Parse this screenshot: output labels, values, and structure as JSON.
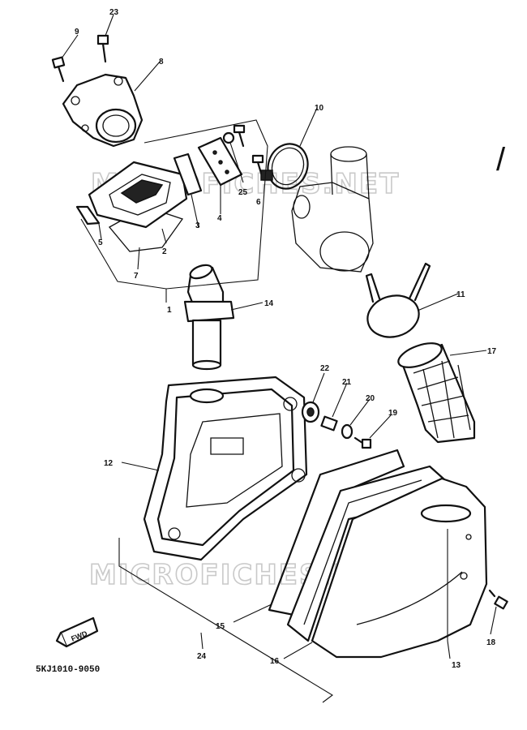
{
  "watermark": "MICROFICHES.NET",
  "diagram_code": "5KJ1010-9050",
  "direction_label": "FWD",
  "page_mark": "/",
  "callouts": [
    "1",
    "2",
    "3",
    "4",
    "5",
    "6",
    "7",
    "8",
    "9",
    "10",
    "11",
    "12",
    "13",
    "14",
    "15",
    "16",
    "17",
    "18",
    "19",
    "20",
    "21",
    "22",
    "23",
    "24",
    "25"
  ]
}
